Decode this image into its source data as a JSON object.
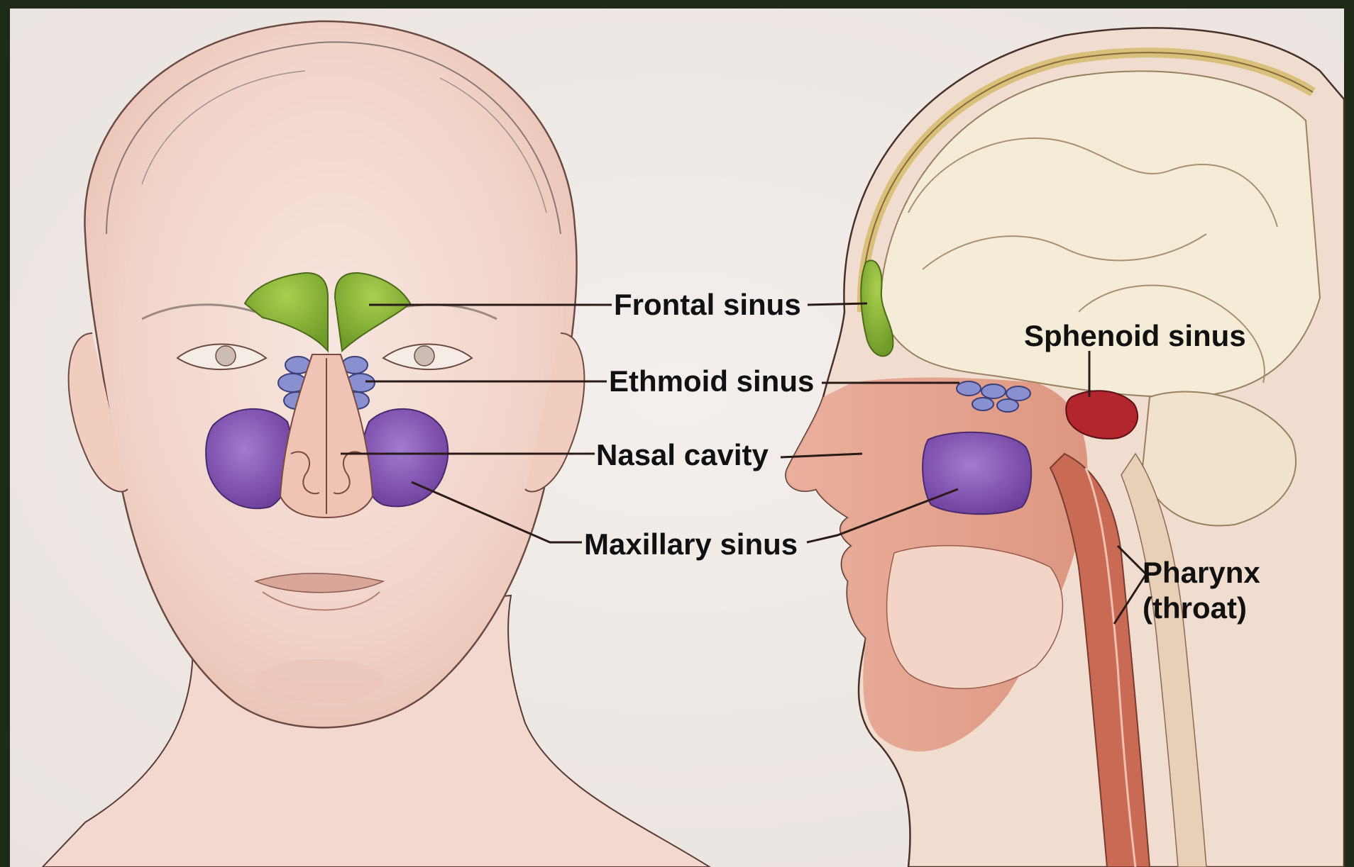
{
  "labels": {
    "frontal": "Frontal sinus",
    "ethmoid": "Ethmoid sinus",
    "nasal": "Nasal cavity",
    "maxillary": "Maxillary sinus",
    "sphenoid": "Sphenoid sinus",
    "pharynx_line1": "Pharynx",
    "pharynx_line2": "(throat)"
  },
  "colors": {
    "frontal_sinus": "#8fb83a",
    "ethmoid_sinus": "#7f86c9",
    "maxillary_sinus": "#8a5fb8",
    "sphenoid_sinus": "#b4262e",
    "skin": "#f2d2c6",
    "background": "#f2ece8"
  }
}
